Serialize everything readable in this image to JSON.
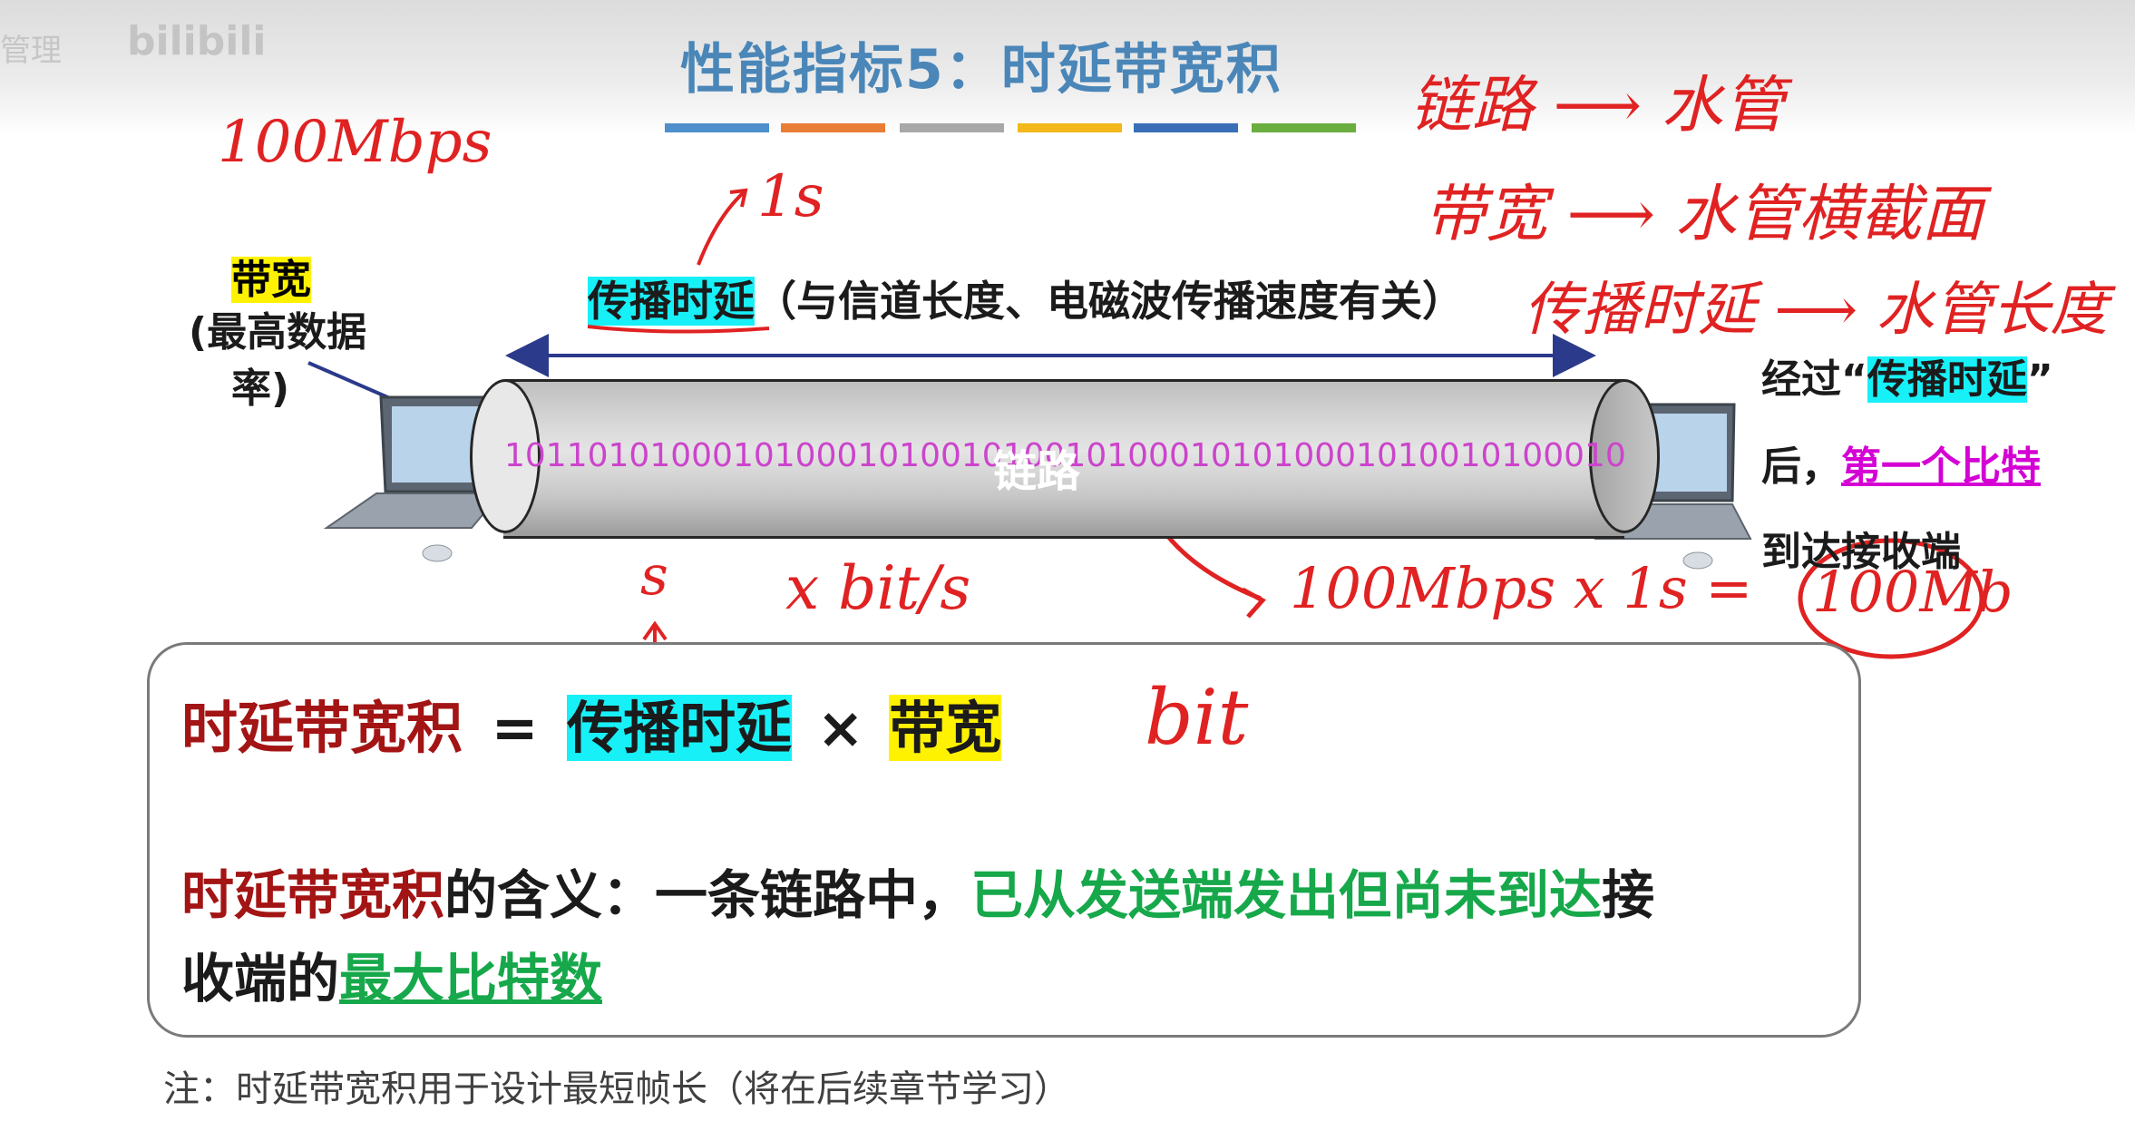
{
  "watermark": {
    "logo": "bilibili",
    "left_text": "管理"
  },
  "title": "性能指标5：时延带宽积",
  "title_bar_colors": [
    "#4f8fcb",
    "#e87d36",
    "#a8a8a8",
    "#f2b81c",
    "#3a6fb8",
    "#6aae40"
  ],
  "handwriting": {
    "rate": "100Mbps",
    "one_second": "1s",
    "s": "s",
    "x_bits": "x  bit/s",
    "calc": "100Mbps x 1s =",
    "result": "100Mb",
    "implies_bit": "bit",
    "analogy": [
      {
        "left": "链路",
        "right": "水管"
      },
      {
        "left": "带宽",
        "right": "水管横截面"
      },
      {
        "left": "传播时延",
        "right": "水管长度"
      }
    ]
  },
  "bandwidth_label": {
    "main": "带宽",
    "detail_line1": "(最高数据",
    "detail_line2": "率)"
  },
  "propagation": {
    "label": "传播时延",
    "note": "（与信道长度、电磁波传播速度有关）"
  },
  "pipe": {
    "bits": "101101010001010001010010100101000101010001010010100010",
    "link": "链路"
  },
  "right_text": {
    "line1_prefix": "经过“",
    "line1_hl": "传播时延",
    "line1_suffix": "”",
    "line2_prefix": "后，",
    "line2_hl": "第一个比特",
    "line3": "到达接收端"
  },
  "formula": {
    "lhs": "时延带宽积",
    "eq": "=",
    "term1": "传播时延",
    "times": "×",
    "term2": "带宽"
  },
  "meaning": {
    "term": "时延带宽积",
    "text1": "的含义：一条链路中，",
    "green1": "已从发送端",
    "green2": "发出但尚未到达",
    "text2": "接",
    "line2_prefix": "收端的",
    "green3": "最大比特数"
  },
  "note": "注：时延带宽积用于设计最短帧长（将在后续章节学习）"
}
